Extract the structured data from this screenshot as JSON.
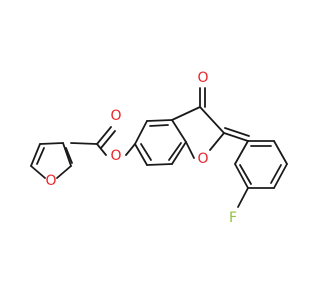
{
  "molecule": {
    "atoms": {
      "o_carbonyl_ketone": "O",
      "o_ester_carbonyl": "O",
      "o_ester_bridge": "O",
      "o_furan_ring": "O",
      "o_benzofuran_ring": "O",
      "fluorine": "F"
    },
    "colors": {
      "bond": "#1a1a1a",
      "oxygen": "#e8262b",
      "fluorine": "#8fc43d",
      "background": "#ffffff"
    }
  }
}
